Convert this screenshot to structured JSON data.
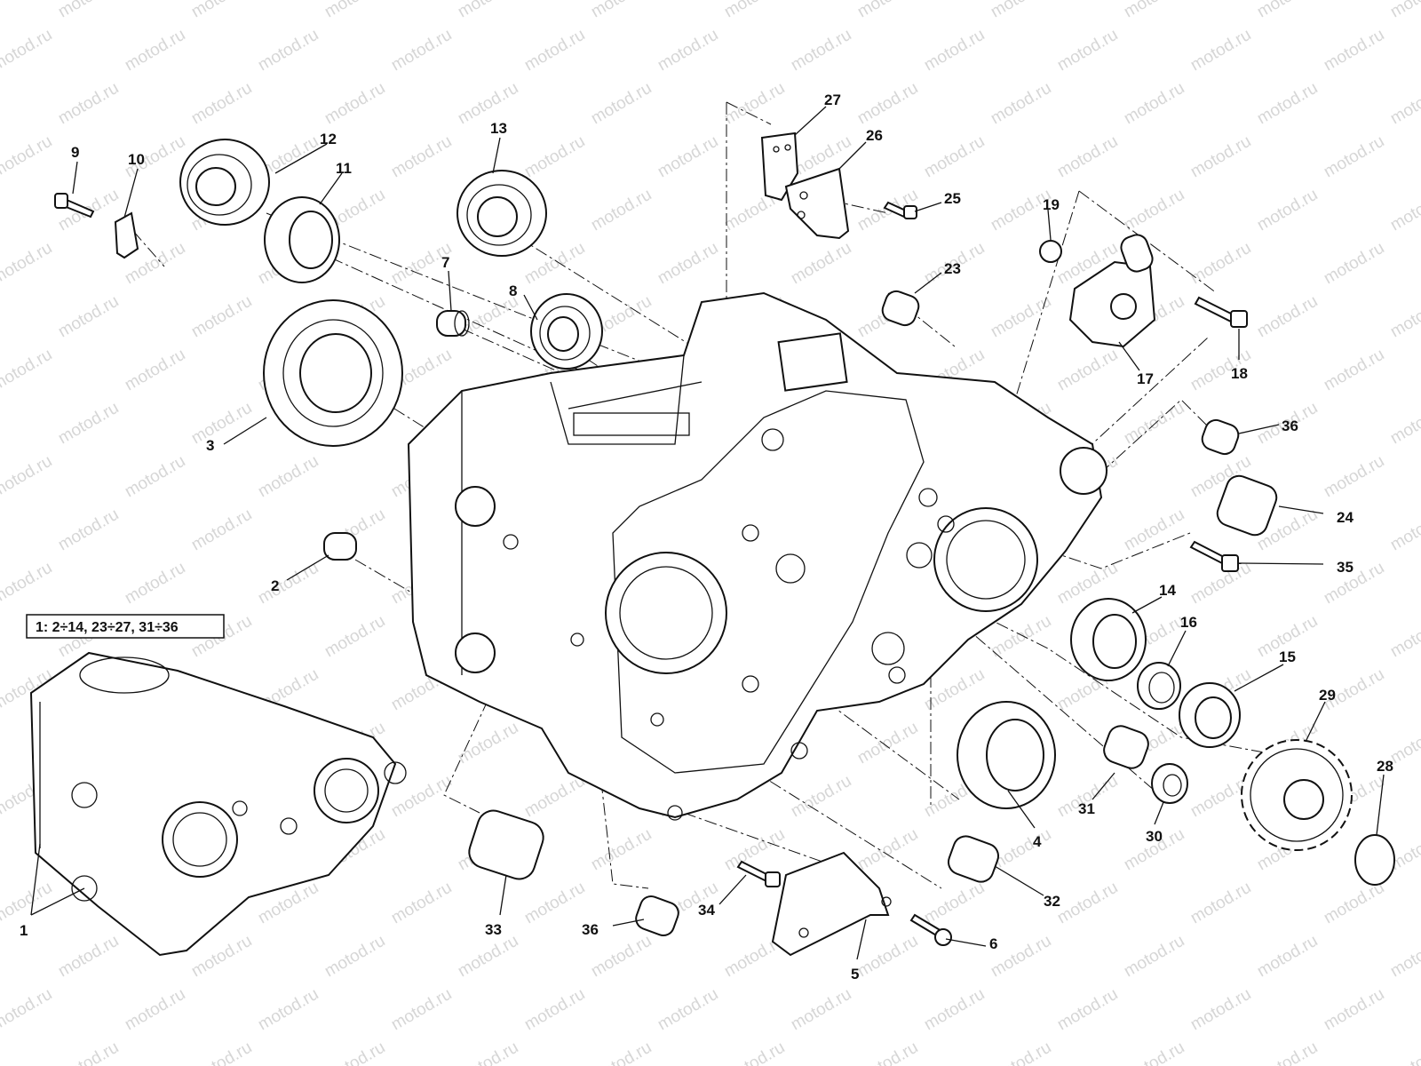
{
  "watermark": {
    "text": "motod.ru",
    "color": "#d6d6d6"
  },
  "legend": {
    "text": "1: 2÷14, 23÷27, 31÷36"
  },
  "callouts": [
    "1",
    "2",
    "3",
    "4",
    "5",
    "6",
    "7",
    "8",
    "9",
    "10",
    "11",
    "12",
    "13",
    "14",
    "15",
    "16",
    "17",
    "18",
    "19",
    "23",
    "24",
    "25",
    "26",
    "27",
    "28",
    "29",
    "30",
    "31",
    "32",
    "33",
    "34",
    "35",
    "36",
    "36"
  ],
  "colors": {
    "line": "#111111",
    "background": "#ffffff"
  }
}
